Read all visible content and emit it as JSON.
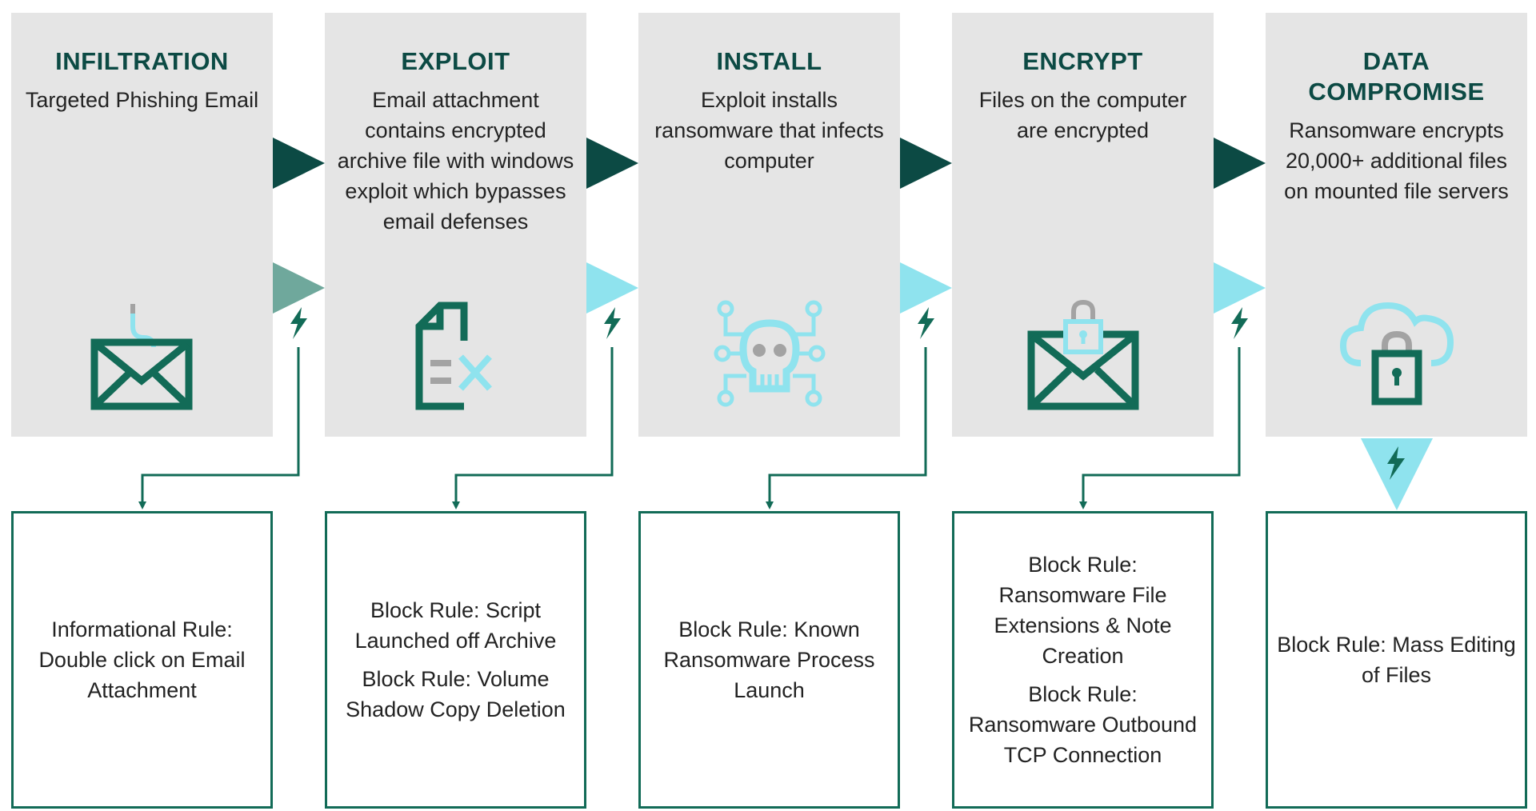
{
  "colors": {
    "dark_teal": "#0c4a44",
    "medium_teal": "#6fa89c",
    "light_cyan": "#8fe3ee",
    "green": "#126b57",
    "panel_gray": "#e5e5e5",
    "lock_gray": "#a3a3a3"
  },
  "stages": [
    {
      "title": "INFILTRATION",
      "description": "Targeted Phishing Email",
      "icon": "phishing-envelope-icon"
    },
    {
      "title": "EXPLOIT",
      "description": "Email attachment contains encrypted archive file with windows exploit which bypasses email defenses",
      "icon": "document-exploit-icon"
    },
    {
      "title": "INSTALL",
      "description": "Exploit installs ransomware that infects computer",
      "icon": "skull-circuit-icon"
    },
    {
      "title": "ENCRYPT",
      "description": "Files on the computer are encrypted",
      "icon": "locked-envelope-icon"
    },
    {
      "title": "DATA COMPROMISE",
      "description": "Ransomware encrypts 20,000+ additional files on mounted file servers",
      "icon": "cloud-lock-icon"
    }
  ],
  "rules": [
    {
      "lines": [
        "Informational Rule: Double click on Email Attachment"
      ]
    },
    {
      "lines": [
        "Block Rule: Script Launched off Archive",
        "Block Rule: Volume Shadow Copy Deletion"
      ]
    },
    {
      "lines": [
        "Block Rule: Known Ransomware Process Launch"
      ]
    },
    {
      "lines": [
        "Block Rule: Ransomware File Extensions & Note Creation",
        "Block Rule: Ransomware Outbound TCP Connection"
      ]
    },
    {
      "lines": [
        "Block Rule: Mass Editing of Files"
      ]
    }
  ],
  "connector_icon": "lightning-bolt-icon"
}
